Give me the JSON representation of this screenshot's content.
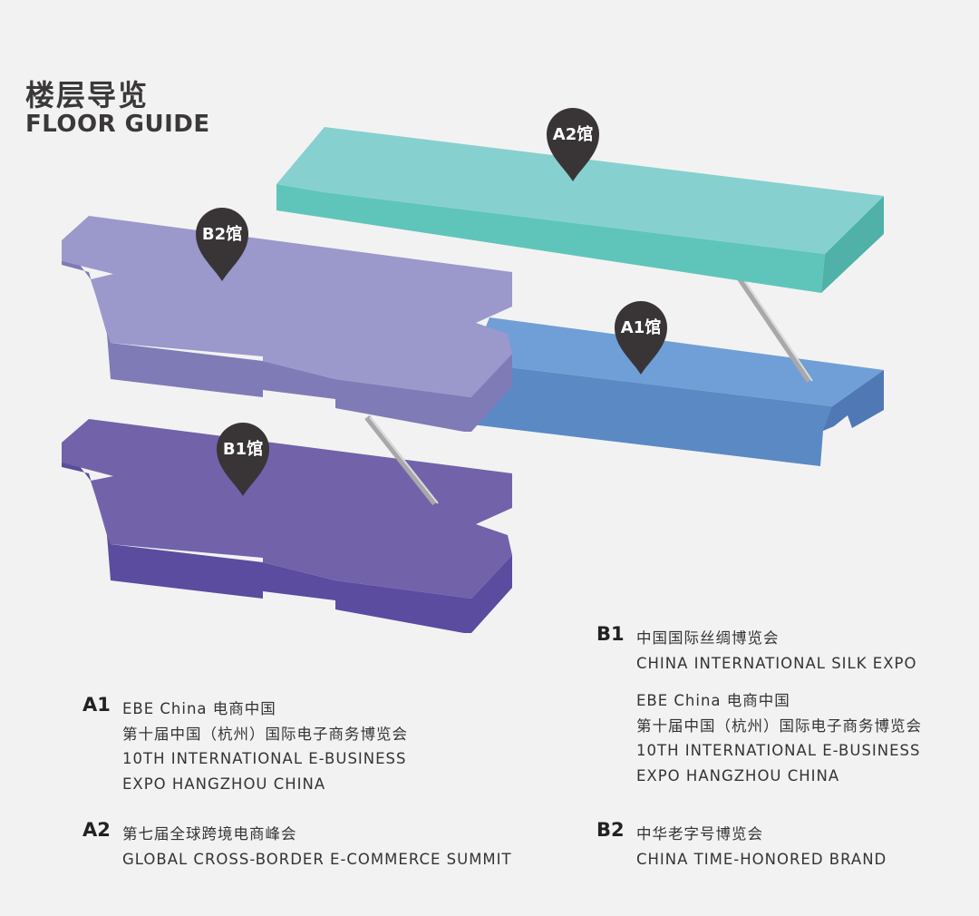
{
  "header": {
    "title_cn": "楼层导览",
    "title_en": "FLOOR GUIDE"
  },
  "halls": [
    {
      "id": "A2",
      "pin": "A2馆",
      "top": "#86d1cf",
      "front": "#5fc5ba",
      "side": "#4fb1a8"
    },
    {
      "id": "A1",
      "pin": "A1馆",
      "top": "#6f9fd6",
      "front": "#5b89c4",
      "side": "#4f78b4"
    },
    {
      "id": "B2",
      "pin": "B2馆",
      "top": "#9b98cc",
      "front": "#7f7bb6",
      "side": "#7470ab"
    },
    {
      "id": "B1",
      "pin": "B1馆",
      "top": "#7262aa",
      "front": "#5b4ca0",
      "side": "#524496"
    }
  ],
  "legend": {
    "a1": {
      "code": "A1",
      "lines": [
        "EBE China 电商中国",
        "第十届中国（杭州）国际电子商务博览会",
        "10TH INTERNATIONAL E-BUSINESS",
        "EXPO HANGZHOU CHINA"
      ]
    },
    "a2": {
      "code": "A2",
      "lines": [
        "第七届全球跨境电商峰会",
        "GLOBAL CROSS-BORDER E-COMMERCE SUMMIT"
      ]
    },
    "b1": {
      "code": "B1",
      "lines": [
        "中国国际丝绸博览会",
        "CHINA INTERNATIONAL SILK EXPO"
      ],
      "lines2": [
        "EBE China 电商中国",
        "第十届中国（杭州）国际电子商务博览会",
        "10TH INTERNATIONAL E-BUSINESS",
        "EXPO HANGZHOU CHINA"
      ]
    },
    "b2": {
      "code": "B2",
      "lines": [
        "中华老字号博览会",
        "CHINA TIME-HONORED BRAND"
      ]
    }
  }
}
